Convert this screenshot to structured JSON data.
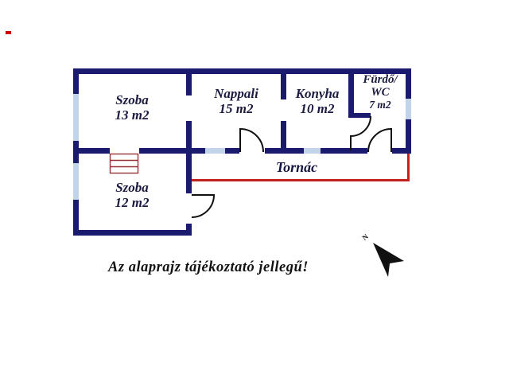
{
  "floorplan": {
    "rooms": [
      {
        "name": "Szoba",
        "area": "13 m2"
      },
      {
        "name": "Nappali",
        "area": "15 m2"
      },
      {
        "name": "Konyha",
        "area": "10 m2"
      },
      {
        "name": "Fürdő/",
        "name2": "WC",
        "area": "7 m2"
      },
      {
        "name": "Szoba",
        "area": "12 m2"
      }
    ],
    "porch_label": "Tornác",
    "disclaimer": "Az alaprajz tájékoztató jellegű!",
    "compass_label": "N",
    "colors": {
      "wall": "#1a1a6e",
      "window": "#c2d4ea",
      "porch_line": "#c32222",
      "stairs": "#993333",
      "door": "#111111",
      "arrow": "#111111",
      "label": "#1b1b3f",
      "red_mark": "#cc0000"
    }
  }
}
